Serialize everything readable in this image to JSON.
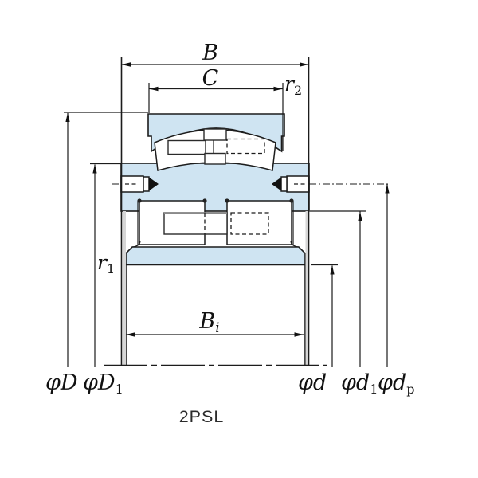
{
  "figure": {
    "type_label": "2PSL",
    "labels": {
      "B": {
        "main": "B"
      },
      "C": {
        "main": "C"
      },
      "r2": {
        "main": "r",
        "sub": "2"
      },
      "r1": {
        "main": "r",
        "sub": "1"
      },
      "Bi": {
        "main": "B",
        "sub": "i"
      },
      "phiD": {
        "main": "φD"
      },
      "phiD1": {
        "main": "φD",
        "sub": "1"
      },
      "phid": {
        "main": "φd"
      },
      "phid1": {
        "main": "φd",
        "sub": "1"
      },
      "phidp": {
        "main": "φd",
        "sub": "p"
      }
    },
    "colors": {
      "section_fill": "#cfe4f2",
      "line": "#1c1c1c",
      "wall_gray": "#d6d6d6",
      "cage_highlight": "#8a8a8a"
    }
  }
}
